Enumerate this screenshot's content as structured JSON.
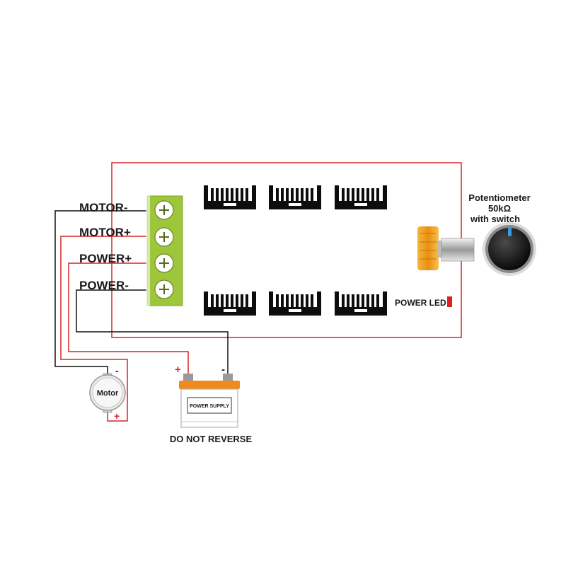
{
  "terminals": {
    "motor_neg": "MOTOR-",
    "motor_pos": "MOTOR+",
    "power_pos": "POWER+",
    "power_neg": "POWER-"
  },
  "potentiometer": {
    "line1": "Potentiometer",
    "line2": "50kΩ",
    "line3": "with switch"
  },
  "power_led": "POWER LED",
  "motor": {
    "label": "Motor",
    "minus": "-",
    "plus": "+"
  },
  "battery": {
    "label": "POWER SUPPLY",
    "minus": "-",
    "plus": "+"
  },
  "warning": "DO NOT REVERSE",
  "colors": {
    "board_outline": "#d8242b",
    "terminal_block": "#9dc63b",
    "wire_black": "#111111",
    "wire_red": "#d8242b",
    "led": "#e0201b",
    "knob_cap": "#f0a71e",
    "knob_indicator": "#3a9be0",
    "battery_top": "#f08a1c"
  }
}
